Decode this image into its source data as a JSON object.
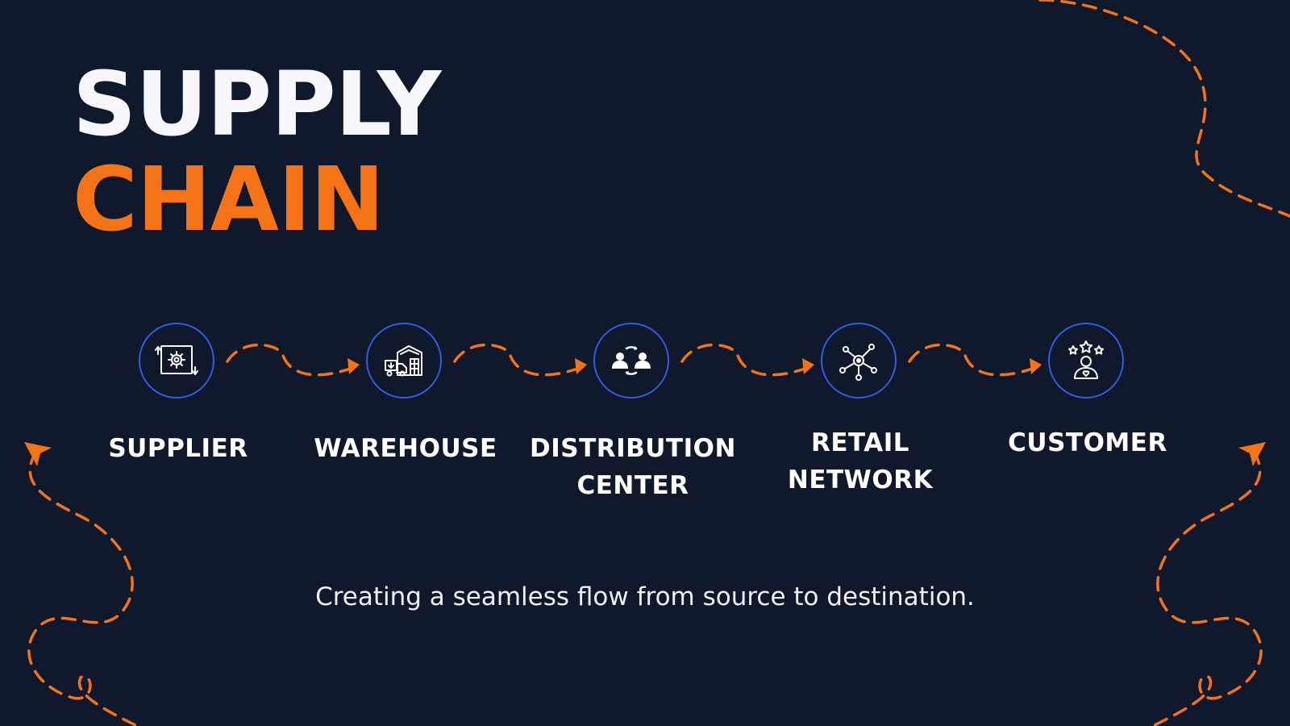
{
  "title": {
    "line1": "SUPPLY",
    "line2": "CHAIN"
  },
  "steps": [
    {
      "label": "SUPPLIER",
      "icon": "supplier-gear-icon"
    },
    {
      "label": "WAREHOUSE",
      "icon": "warehouse-truck-icon"
    },
    {
      "label": "DISTRIBUTION CENTER",
      "icon": "people-exchange-icon"
    },
    {
      "label": "RETAIL NETWORK",
      "icon": "network-hub-icon"
    },
    {
      "label": "CUSTOMER",
      "icon": "customer-rating-icon"
    }
  ],
  "tagline": "Creating a seamless flow from source to destination.",
  "colors": {
    "background": "#10182b",
    "title_primary": "#f6f7fb",
    "accent": "#f47316",
    "icon_ring": "#2f5de4",
    "text": "#ffffff"
  }
}
